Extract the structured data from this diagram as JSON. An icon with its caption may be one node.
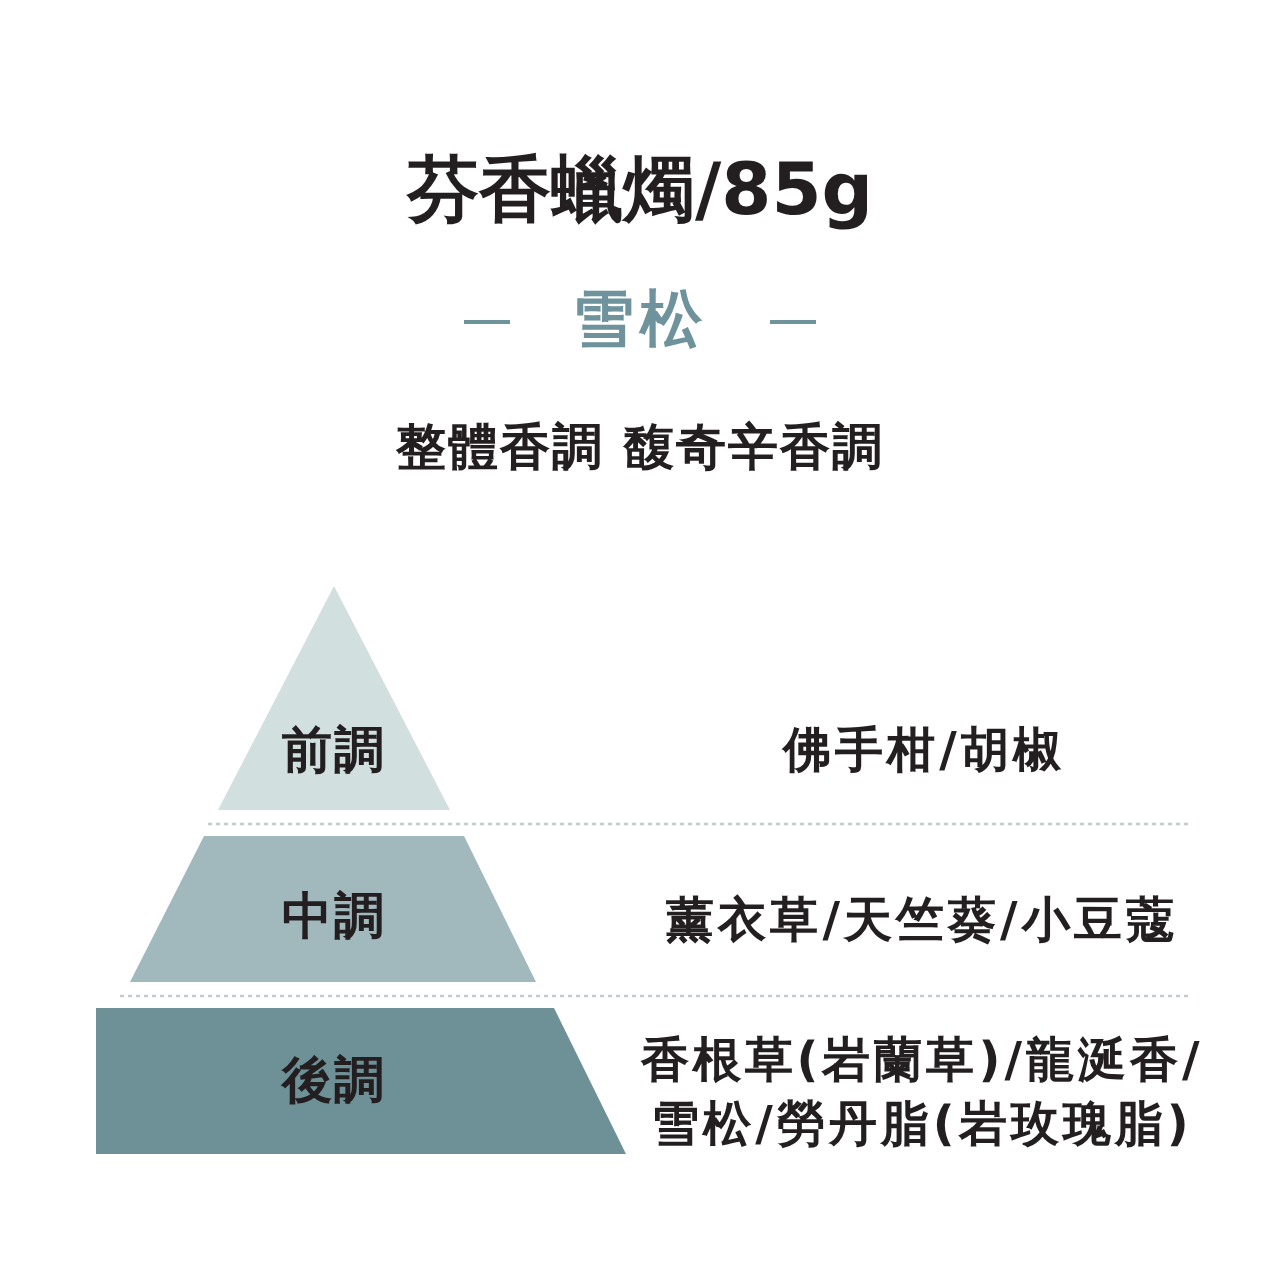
{
  "diagram": {
    "title": "芬香蠟燭/85g",
    "nodes": [
      {
        "text": [
          "前調"
        ]
      },
      {
        "text": [
          "中調"
        ]
      },
      {
        "text": [
          "後調"
        ]
      }
    ],
    "edges": [],
    "labels": [
      "雪松",
      "整體香調 馥奇辛香調",
      "佛手柑/胡椒",
      "薰衣草/天竺葵/小豆蔻",
      "香根草(岩蘭草)/龍涎香/雪松/勞丹脂(岩玫瑰脂)"
    ]
  }
}
